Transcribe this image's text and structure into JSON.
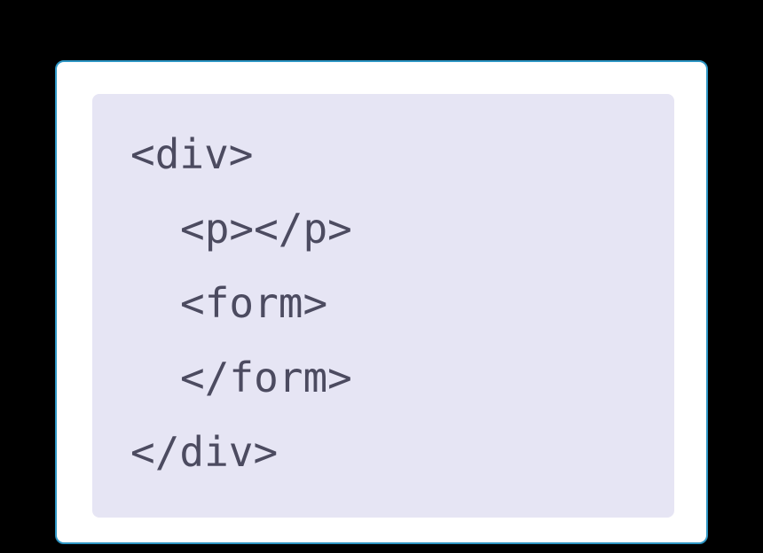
{
  "canvas": {
    "background_color": "#000000"
  },
  "card": {
    "background_color": "#ffffff",
    "border_color": "#2e96c4"
  },
  "code_block": {
    "background_color": "#e6e5f4",
    "text_color": "#4c4b60",
    "language": "html",
    "lines": [
      {
        "text": "<div>",
        "indent": 0
      },
      {
        "text": "<p></p>",
        "indent": 1
      },
      {
        "text": "<form>",
        "indent": 1
      },
      {
        "text": "</form>",
        "indent": 1
      },
      {
        "text": "</div>",
        "indent": 0
      }
    ]
  }
}
